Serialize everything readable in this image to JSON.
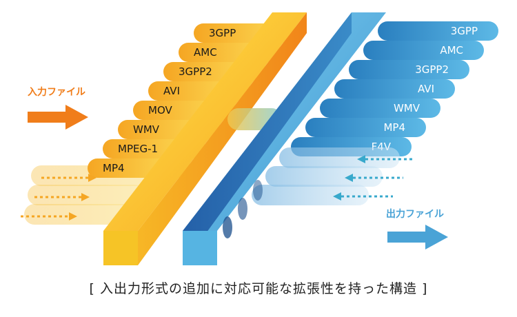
{
  "input_label": "入力ファイル",
  "output_label": "出力ファイル",
  "input_formats": [
    "3GPP",
    "AMC",
    "3GPP2",
    "AVI",
    "MOV",
    "WMV",
    "MPEG-1",
    "MP4"
  ],
  "output_formats": [
    "3GPP",
    "AMC",
    "3GPP2",
    "AVI",
    "WMV",
    "MP4",
    "F4V"
  ],
  "caption": "[ 入出力形式の追加に対応可能な拡張性を持った構造 ]",
  "colors": {
    "input_accent": "#f07d1a",
    "output_accent": "#4aa3d6",
    "input_pill": "#f6b81c",
    "output_pill": "#3a98d1"
  }
}
